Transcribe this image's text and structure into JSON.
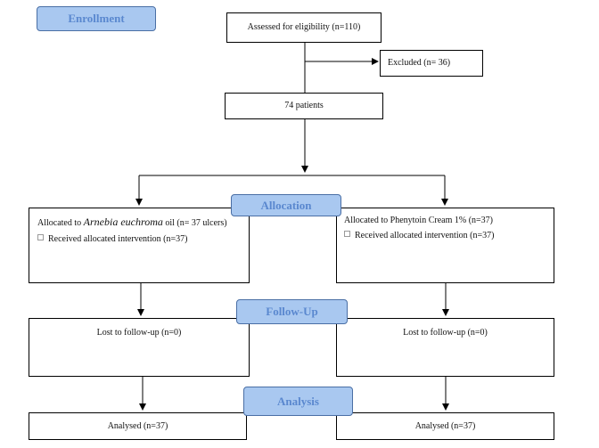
{
  "stages": {
    "enrollment": "Enrollment",
    "allocation": "Allocation",
    "follow_up": "Follow-Up",
    "analysis": "Analysis"
  },
  "boxes": {
    "assessed": "Assessed for eligibility (n=110)",
    "excluded": "Excluded (n= 36)",
    "patients": "74 patients",
    "left_alloc_prefix": "Allocated to ",
    "left_alloc_species": "Arnebia euchroma",
    "left_alloc_suffix": " oil (n= 37 ulcers)",
    "left_received": "Received allocated intervention (n=37)",
    "right_alloc": "Allocated to Phenytoin Cream 1% (n=37)",
    "right_received": "Received allocated intervention (n=37)",
    "left_lost": "Lost to follow-up (n=0)",
    "right_lost": "Lost to follow-up (n=0)",
    "left_analysed": "Analysed (n=37)",
    "right_analysed": "Analysed (n=37)"
  },
  "colors": {
    "stage_fill": "#a9c8f0",
    "stage_text": "#5a88cf",
    "stage_border": "#4a6fa5"
  }
}
